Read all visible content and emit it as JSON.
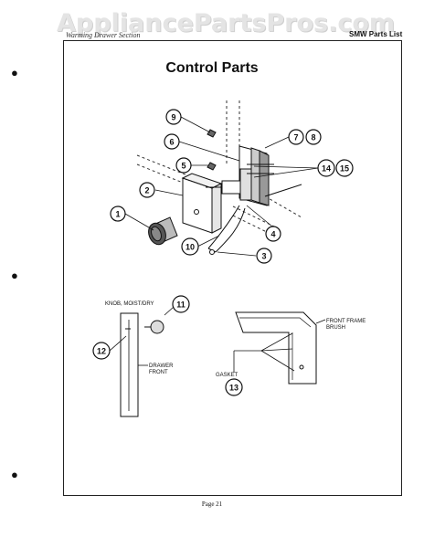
{
  "watermark": "AppliancePartsPros.com",
  "header": {
    "left_text": "Warming Drawer Section",
    "right_text": "SMW Parts List"
  },
  "title": "Control Parts",
  "page_number": "Page 21",
  "labels": {
    "knob": "KNOB, MOIST/DRY",
    "drawer_front_1": "DRAWER",
    "drawer_front_2": "FRONT",
    "front_frame_1": "FRONT FRAME",
    "front_frame_2": "BRUSH",
    "gasket": "GASKET"
  },
  "callouts": {
    "c1": "1",
    "c2": "2",
    "c3": "3",
    "c4": "4",
    "c5": "5",
    "c6": "6",
    "c7": "7",
    "c8": "8",
    "c9": "9",
    "c10": "10",
    "c11": "11",
    "c12": "12",
    "c13": "13",
    "c14": "14",
    "c15": "15"
  }
}
